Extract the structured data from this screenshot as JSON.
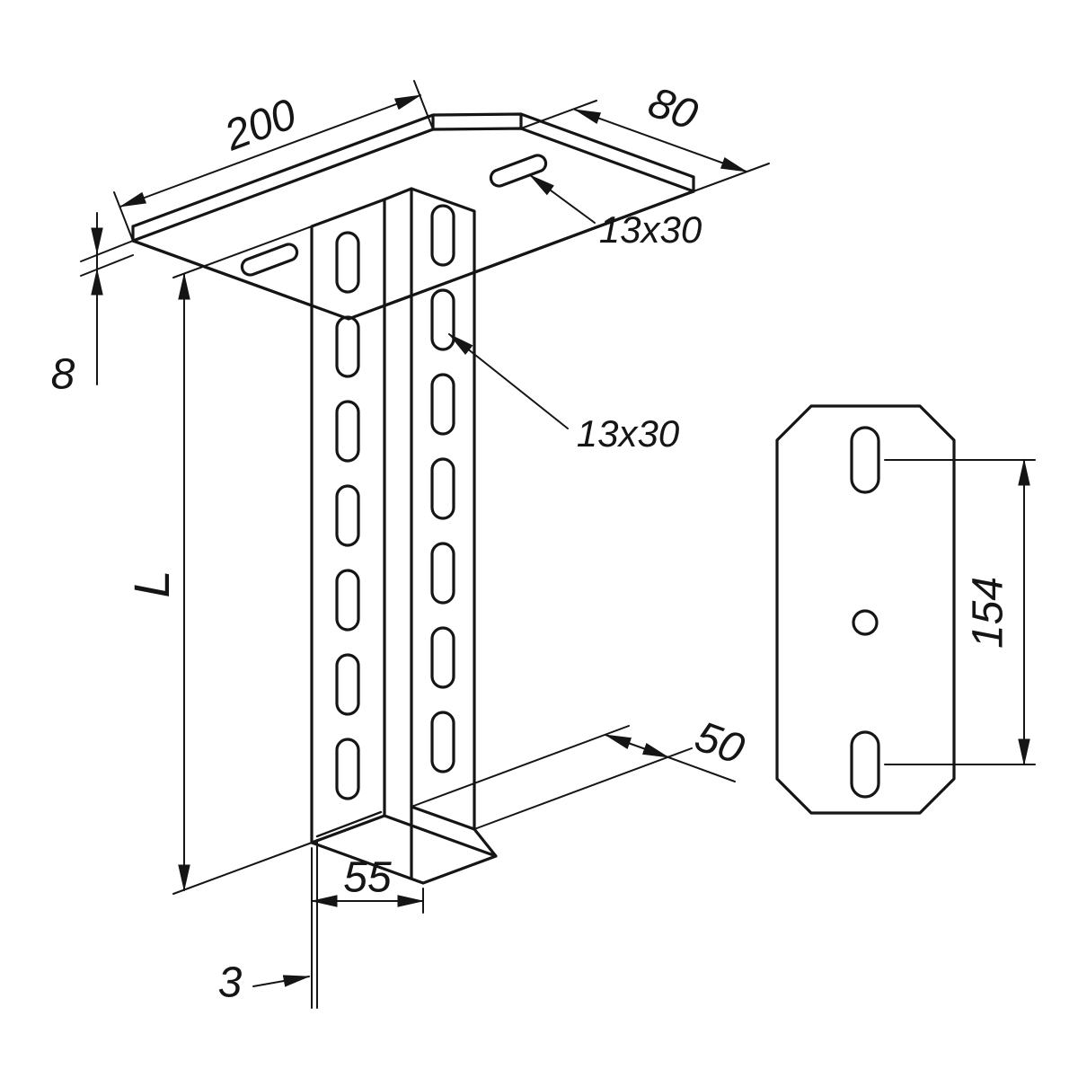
{
  "drawing": {
    "background": "#ffffff",
    "line_color": "#151515",
    "views": {
      "isometric": "bracket-isometric-view",
      "plan": "head-plate-plan-view"
    },
    "labels": {
      "plate_length": "200",
      "plate_depth": "80",
      "plate_thickness": "8",
      "stem_length": "L",
      "plate_slot_size": "13x30",
      "stem_slot_size": "13x30",
      "stem_depth": "50",
      "stem_width": "55",
      "wall_thickness": "3",
      "slot_spacing": "154"
    }
  }
}
